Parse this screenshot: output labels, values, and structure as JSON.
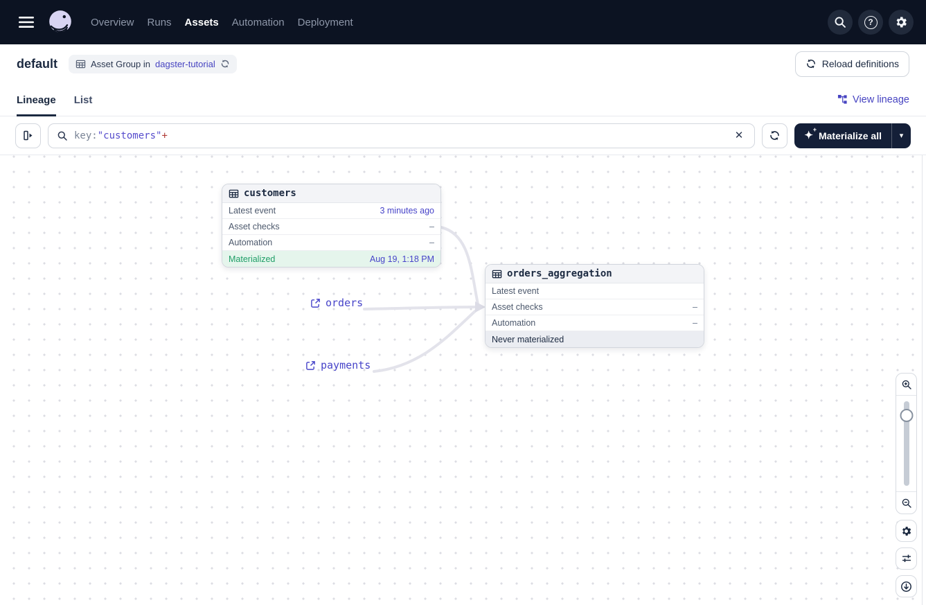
{
  "topnav": {
    "items": [
      {
        "label": "Overview",
        "active": false
      },
      {
        "label": "Runs",
        "active": false
      },
      {
        "label": "Assets",
        "active": true
      },
      {
        "label": "Automation",
        "active": false
      },
      {
        "label": "Deployment",
        "active": false
      }
    ]
  },
  "header": {
    "title": "default",
    "badge_prefix": "Asset Group in",
    "badge_link": "dagster-tutorial",
    "reload_label": "Reload definitions"
  },
  "tabs": {
    "items": [
      {
        "label": "Lineage",
        "active": true
      },
      {
        "label": "List",
        "active": false
      }
    ],
    "view_lineage": "View lineage"
  },
  "toolbar": {
    "search": {
      "key": "key:",
      "value": "\"customers\"",
      "plus": "+"
    },
    "materialize_label": "Materialize all"
  },
  "graph": {
    "nodes": [
      {
        "title": "customers",
        "rows": [
          {
            "label": "Latest event",
            "value": "3 minutes ago"
          },
          {
            "label": "Asset checks",
            "value": "–"
          },
          {
            "label": "Automation",
            "value": "–"
          },
          {
            "label": "Materialized",
            "value": "Aug 19, 1:18 PM"
          }
        ]
      },
      {
        "title": "orders_aggregation",
        "rows": [
          {
            "label": "Latest event",
            "value": ""
          },
          {
            "label": "Asset checks",
            "value": "–"
          },
          {
            "label": "Automation",
            "value": "–"
          },
          {
            "label": "Never materialized",
            "value": ""
          }
        ]
      }
    ],
    "external": [
      {
        "label": "orders"
      },
      {
        "label": "payments"
      }
    ]
  },
  "icons": {
    "help": "?",
    "close": "✕",
    "caret_down": "▾",
    "sparkle": "✦",
    "sparkle_plus": "+"
  },
  "colors": {
    "nav_bg": "#0c1322",
    "accent_indigo": "#4744c9",
    "success_green": "#1f9e67",
    "success_bg": "#e5f5ec",
    "dark_button": "#141f38",
    "edge": "#e3e3eb"
  }
}
